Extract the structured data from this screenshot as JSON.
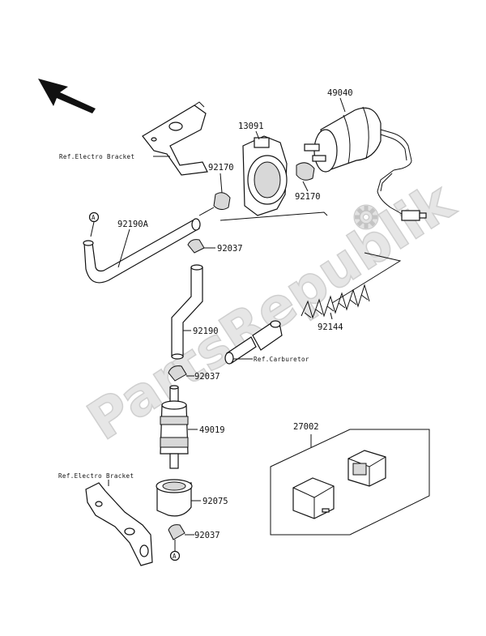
{
  "watermark": "PartsRepublik",
  "refs": {
    "electro_bracket_top": "Ref.Electro Bracket",
    "electro_bracket_bottom": "Ref.Electro Bracket",
    "carburetor": "Ref.Carburetor"
  },
  "part_numbers": {
    "p49040": "49040",
    "p13091": "13091",
    "p92170_left": "92170",
    "p92170_right": "92170",
    "p92190A": "92190A",
    "p92037_a": "92037",
    "p92190": "92190",
    "p92144": "92144",
    "p92037_b": "92037",
    "p49019": "49019",
    "p27002": "27002",
    "p92075": "92075",
    "p92037_c": "92037"
  },
  "markers": {
    "a_top": "A",
    "a_bottom": "A"
  },
  "icons": [
    "direction-arrow-icon",
    "gear-icon"
  ]
}
